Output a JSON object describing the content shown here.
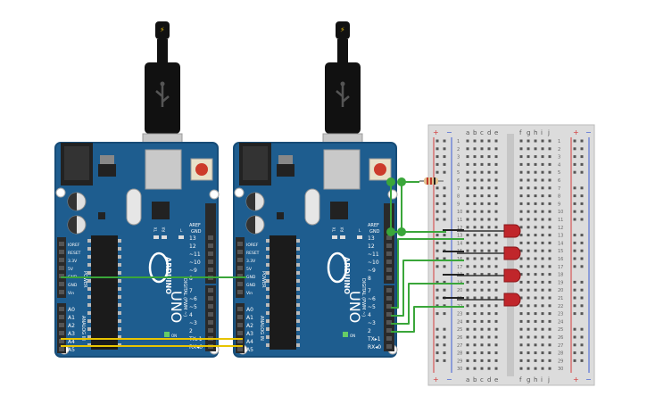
{
  "colors": {
    "board": "#1e5d8f",
    "board_edge": "#174c77",
    "header": "#2a2a2a",
    "wire_green": "#3aa63a",
    "wire_yellow": "#e8c400",
    "breadboard": "#dcdcdc",
    "rail_red": "#d33b3b",
    "rail_blue": "#3b5bd3",
    "led": "#c0262b",
    "cable": "#111111"
  },
  "boards": [
    {
      "brand": "ARDUINO",
      "model": "UNO",
      "on_label": "ON",
      "tx_label": "TX",
      "rx_label": "RX",
      "l_label": "L",
      "aref": "AREF",
      "gnd": "GND",
      "pins_top": [
        "13",
        "12",
        "~11",
        "~10",
        "~9",
        "8"
      ],
      "pins_bottom": [
        "7",
        "~6",
        "~5",
        "4",
        "~3",
        "2",
        "TX▸1",
        "RX◂0"
      ],
      "digital_label": "DIGITAL (PWM ~)",
      "power_label": "POWER",
      "analog_label": "ANALOG IN",
      "power_pins": [
        "IOREF",
        "RESET",
        "3.3V",
        "5V",
        "GND",
        "GND",
        "Vin"
      ],
      "analog_pins": [
        "A0",
        "A1",
        "A2",
        "A3",
        "A4",
        "A5"
      ]
    },
    {
      "brand": "ARDUINO",
      "model": "UNO",
      "on_label": "ON",
      "tx_label": "TX",
      "rx_label": "RX",
      "l_label": "L",
      "aref": "AREF",
      "gnd": "GND",
      "pins_top": [
        "13",
        "12",
        "~11",
        "~10",
        "~9",
        "8"
      ],
      "pins_bottom": [
        "7",
        "~6",
        "~5",
        "4",
        "~3",
        "2",
        "TX▸1",
        "RX◂0"
      ],
      "digital_label": "DIGITAL (PWM ~)",
      "power_label": "POWER",
      "analog_label": "ANALOG IN",
      "power_pins": [
        "IOREF",
        "RESET",
        "3.3V",
        "5V",
        "GND",
        "GND",
        "Vin"
      ],
      "analog_pins": [
        "A0",
        "A1",
        "A2",
        "A3",
        "A4",
        "A5"
      ]
    }
  ],
  "breadboard": {
    "rail_plus": "+",
    "rail_minus": "−",
    "columns_left": [
      "a",
      "b",
      "c",
      "d",
      "e"
    ],
    "columns_right": [
      "f",
      "g",
      "h",
      "i",
      "j"
    ],
    "rows": [
      "1",
      "2",
      "3",
      "4",
      "5",
      "6",
      "7",
      "8",
      "9",
      "10",
      "11",
      "12",
      "13",
      "14",
      "15",
      "16",
      "17",
      "18",
      "19",
      "20",
      "21",
      "22",
      "23",
      "24",
      "25",
      "26",
      "27",
      "28",
      "29",
      "30"
    ]
  },
  "components": {
    "led_count": 4,
    "resistor_count": 1
  }
}
